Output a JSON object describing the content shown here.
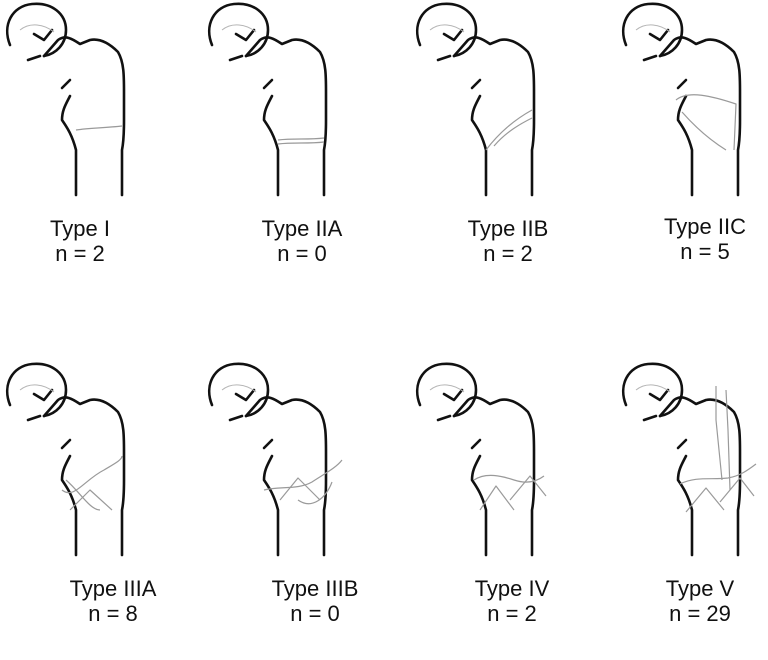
{
  "classification": [
    {
      "type": "Type I",
      "count": "n = 2",
      "frag": "I"
    },
    {
      "type": "Type IIA",
      "count": "n = 0",
      "frag": "IIA"
    },
    {
      "type": "Type IIB",
      "count": "n = 2",
      "frag": "IIB"
    },
    {
      "type": "Type IIC",
      "count": "n = 5",
      "frag": "IIC"
    },
    {
      "type": "Type IIIA",
      "count": "n = 8",
      "frag": "IIIA"
    },
    {
      "type": "Type IIIB",
      "count": "n = 0",
      "frag": "IIIB"
    },
    {
      "type": "Type IV",
      "count": "n = 2",
      "frag": "IV"
    },
    {
      "type": "Type V",
      "count": "n = 29",
      "frag": "V"
    }
  ]
}
